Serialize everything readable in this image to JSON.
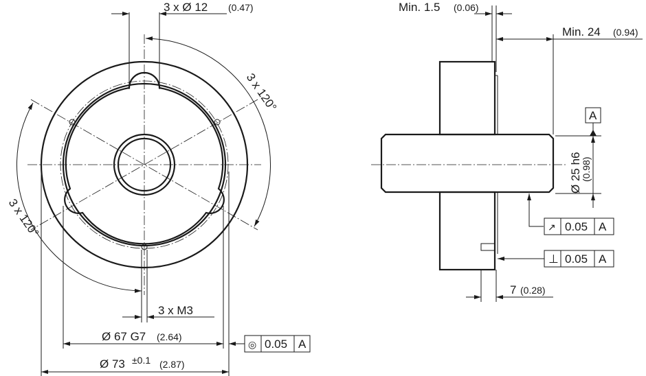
{
  "front_view": {
    "holes_dim": "3 x Ø 12",
    "holes_dim_inch": "(0.47)",
    "angle_right": "3 x 120°",
    "angle_left": "3 x 120°",
    "thread": "3 x M3",
    "bore_dim": "Ø 67 G7",
    "bore_dim_inch": "(2.64)",
    "outer_dim": "Ø 73",
    "outer_tol": "±0.1",
    "outer_dim_inch": "(2.87)",
    "concentricity": {
      "symbol": "◎",
      "value": "0.05",
      "datum": "A"
    }
  },
  "side_view": {
    "min_gap": "Min. 1.5",
    "min_gap_inch": "(0.06)",
    "min_length": "Min. 24",
    "min_length_inch": "(0.94)",
    "datum": "A",
    "shaft_dim": "Ø 25 h6",
    "shaft_dim_inch": "(0.98)",
    "runout": {
      "symbol": "↗",
      "value": "0.05",
      "datum": "A"
    },
    "perpendicularity": {
      "symbol": "⊥",
      "value": "0.05",
      "datum": "A"
    },
    "depth": "7",
    "depth_inch": "(0.28)"
  }
}
